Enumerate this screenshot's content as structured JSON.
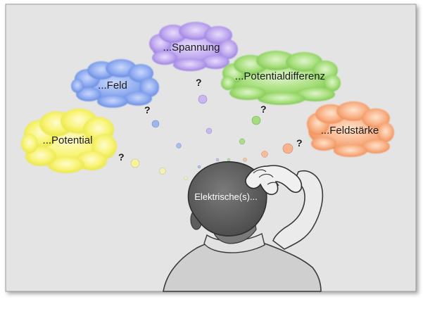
{
  "head_label": "Elektrische(s)...",
  "question_mark": "?",
  "clouds": [
    {
      "label": "...Potential",
      "color": "yellow"
    },
    {
      "label": "...Feld",
      "color": "blue"
    },
    {
      "label": "...Spannung",
      "color": "purple"
    },
    {
      "label": "...Potentialdifferenz",
      "color": "green"
    },
    {
      "label": "...Feldstärke",
      "color": "orange"
    }
  ],
  "colors": {
    "background": "#e4e4e4",
    "frame": "#9a9a9a",
    "yellow": "#f2f060",
    "blue": "#7f9fe6",
    "purple": "#b49ae6",
    "green": "#98d86a",
    "orange": "#f6a470"
  }
}
